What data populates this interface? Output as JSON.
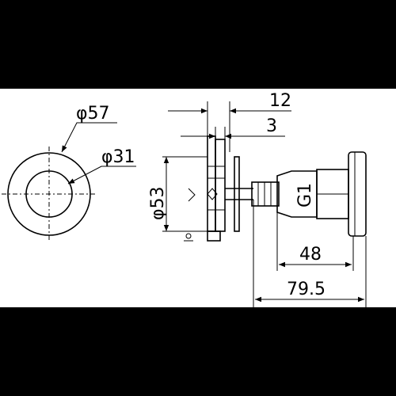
{
  "drawing": {
    "front_view": {
      "outer_diameter": "φ57",
      "inner_diameter": "φ31"
    },
    "side_view": {
      "flange_diameter": "φ53",
      "dim_top_overall": "12",
      "dim_top_inner": "3",
      "thread_label": "G1",
      "dim_body": "48",
      "dim_total": "79.5"
    }
  }
}
